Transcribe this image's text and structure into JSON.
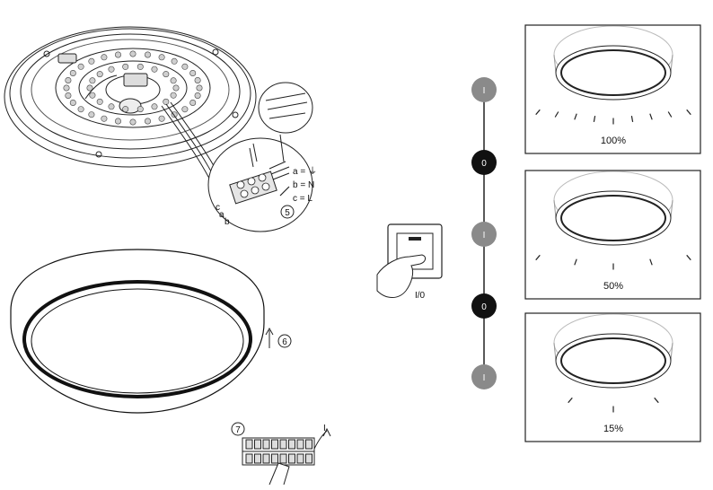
{
  "install": {
    "wiring": {
      "a": "a = ⏚",
      "b": "b = N",
      "c": "c = L",
      "lbl_c": "c",
      "lbl_a": "a",
      "lbl_b": "b"
    },
    "steps": {
      "s5": "5",
      "s6": "6",
      "s7": "7"
    },
    "arrow_label": "I"
  },
  "switch": {
    "label": "I/0"
  },
  "sequence": {
    "nodes": [
      {
        "label": "I",
        "state": "on"
      },
      {
        "label": "0",
        "state": "off"
      },
      {
        "label": "I",
        "state": "on"
      },
      {
        "label": "0",
        "state": "off"
      },
      {
        "label": "I",
        "state": "on"
      }
    ],
    "colors": {
      "on": "#8a8a8a",
      "off": "#111111"
    }
  },
  "panels": [
    {
      "level": "100%"
    },
    {
      "level": "50%"
    },
    {
      "level": "15%"
    }
  ]
}
